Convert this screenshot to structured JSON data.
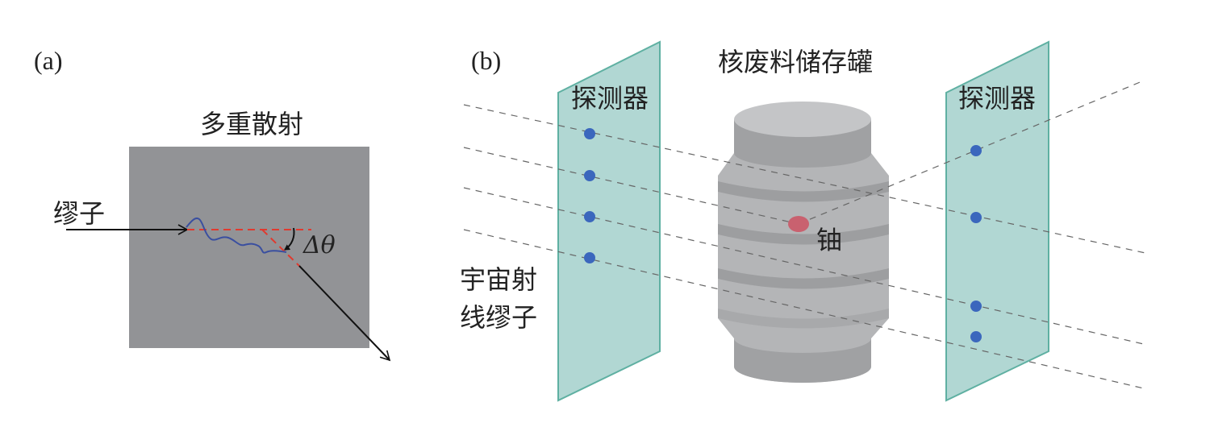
{
  "panel_a": {
    "label": "(a)",
    "title": "多重散射",
    "muon_label": "缪子",
    "angle_label": "Δθ"
  },
  "panel_b": {
    "label": "(b)",
    "title": "核废料储存罐",
    "left_detector_label": "探测器",
    "right_detector_label": "探测器",
    "uranium_label": "铀",
    "cosmic_label_line1": "宇宙射",
    "cosmic_label_line2": "线缪子"
  },
  "colors": {
    "material_gray": "#929396",
    "detector_fill": "#a8d3ce",
    "detector_edge": "#5fb0a2",
    "hit_dot": "#3b67bd",
    "uranium": "#c9616f",
    "scatter_path": "#3a4fa0",
    "dash_red": "#e03a2f"
  }
}
